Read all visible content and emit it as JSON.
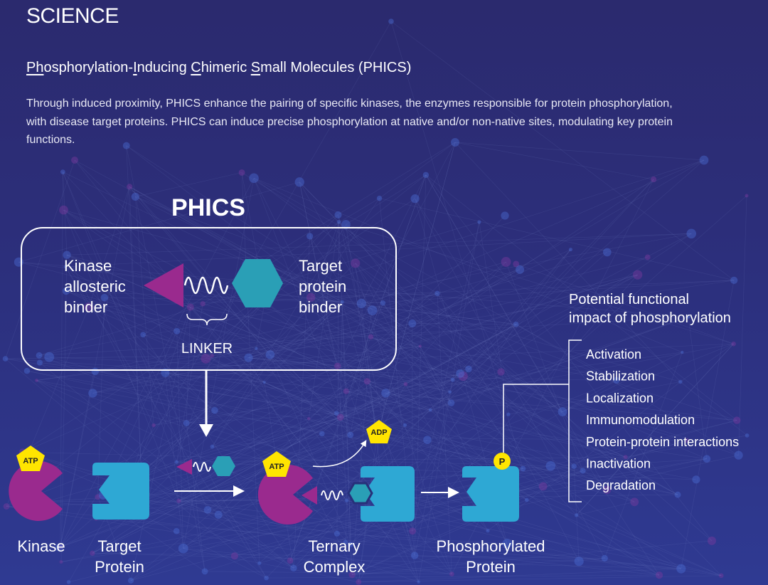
{
  "header": {
    "title": "SCIENCE"
  },
  "subtitle": {
    "parts": [
      {
        "u": "Ph",
        "t": "osphorylation-"
      },
      {
        "u": "I",
        "t": "nducing "
      },
      {
        "u": "C",
        "t": "himeric "
      },
      {
        "u": "S",
        "t": "mall Molecules (PHICS)"
      }
    ]
  },
  "description": "Through induced proximity, PHICS enhance the pairing of specific kinases, the enzymes responsible for protein phosphorylation, with disease target proteins. PHICS can induce precise phosphorylation at native and/or non-native sites, modulating key protein functions.",
  "diagram": {
    "phics_title": "PHICS",
    "kinase_binder": [
      "Kinase",
      "allosteric",
      "binder"
    ],
    "target_binder": [
      "Target",
      "protein",
      "binder"
    ],
    "linker": "LINKER",
    "atp": "ATP",
    "adp": "ADP",
    "p": "P",
    "labels": {
      "kinase": "Kinase",
      "target_protein": [
        "Target",
        "Protein"
      ],
      "ternary": [
        "Ternary",
        "Complex"
      ],
      "phosphorylated": [
        "Phosphorylated",
        "Protein"
      ]
    },
    "impact_title": [
      "Potential functional",
      "impact of phosphorylation"
    ],
    "impacts": [
      "Activation",
      "Stabilization",
      "Localization",
      "Immunomodulation",
      "Protein-protein interactions",
      "Inactivation",
      "Degradation"
    ],
    "colors": {
      "kinase": "#9a2a8e",
      "protein": "#2ea8d4",
      "hex": "#2a9fb6",
      "atp": "#ffe500"
    }
  }
}
